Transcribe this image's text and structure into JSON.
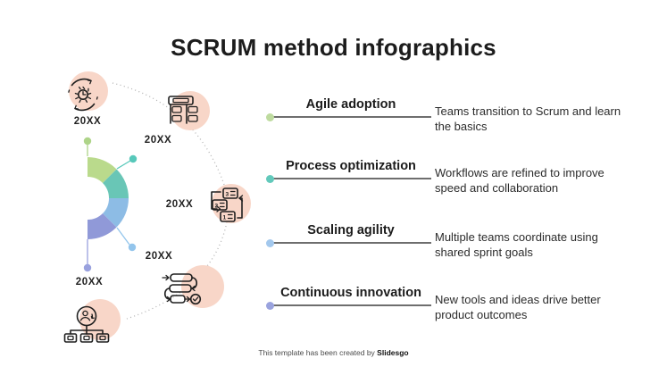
{
  "slide": {
    "title": "SCRUM method infographics"
  },
  "footer": {
    "prefix": "This template has been created by ",
    "brand": "Slidesgo"
  },
  "diagram": {
    "milestones": [
      {
        "year": "20XX",
        "icon": "time-management-icon"
      },
      {
        "year": "20XX",
        "icon": "team-structure-icon"
      },
      {
        "year": "20XX",
        "icon": "priority-list-icon"
      },
      {
        "year": "20XX",
        "icon": "workflow-check-icon"
      },
      {
        "year": "20XX",
        "icon": "team-hierarchy-icon"
      }
    ],
    "priority_numbers": [
      "3",
      "2",
      "1"
    ],
    "accent_circle_color": "#f8d6c8",
    "arc_color": "#b3b3b3",
    "donut": {
      "segments": [
        {
          "color": "#bada8c"
        },
        {
          "color": "#69c6b6"
        },
        {
          "color": "#8dbce5"
        },
        {
          "color": "#9099d8"
        }
      ]
    },
    "callouts": [
      {
        "color": "#aed489"
      },
      {
        "color": "#57c8ba"
      },
      {
        "color": "#93c5ec"
      },
      {
        "color": "#99a1de"
      }
    ]
  },
  "phases": [
    {
      "label": "Agile adoption",
      "description": "Teams transition to Scrum and learn the basics",
      "dot_color": "#bedb9f"
    },
    {
      "label": "Process optimization",
      "description": "Workflows are refined to improve speed and collaboration",
      "dot_color": "#62c9bb"
    },
    {
      "label": "Scaling agility",
      "description": "Multiple teams coordinate using shared sprint goals",
      "dot_color": "#a3c8ed"
    },
    {
      "label": "Continuous innovation",
      "description": "New tools and ideas drive better product outcomes",
      "dot_color": "#9aa3de"
    }
  ]
}
